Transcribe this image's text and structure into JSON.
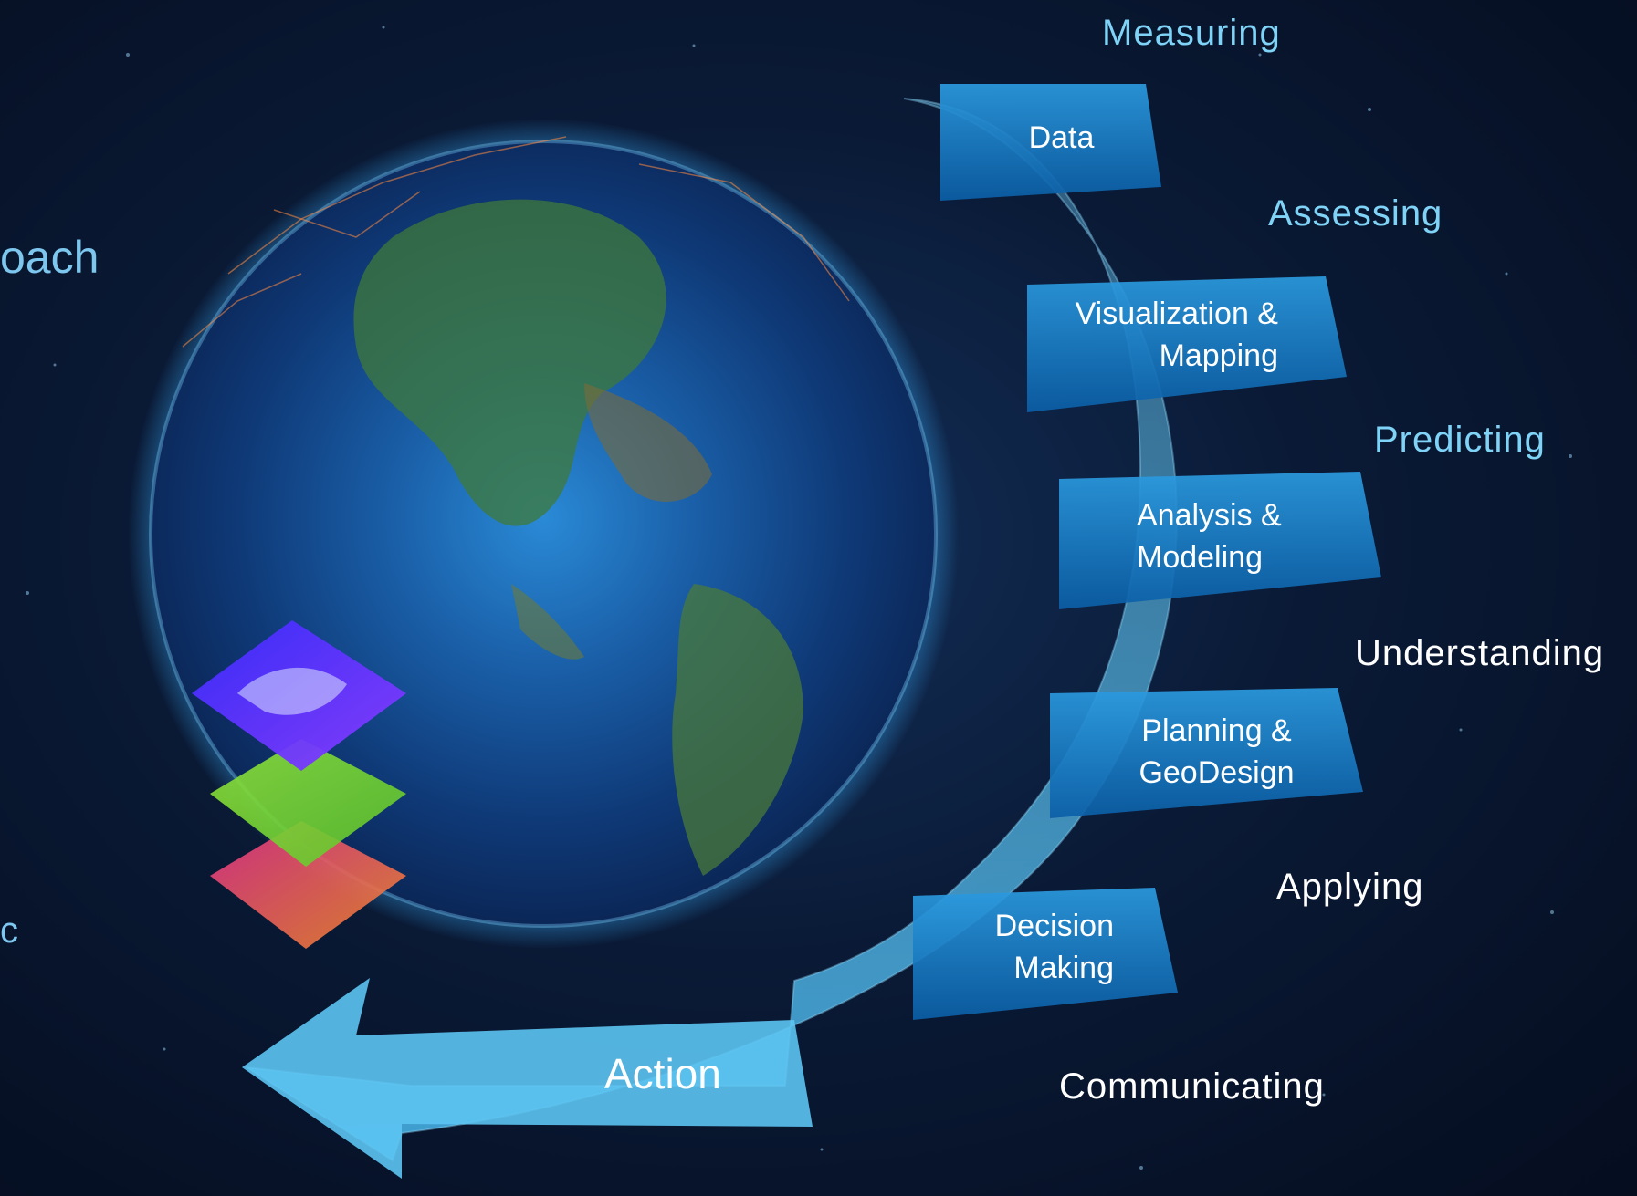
{
  "diagram": {
    "cut_off_text": [
      "oach",
      "c"
    ],
    "steps": [
      {
        "line1": "Data",
        "line2": ""
      },
      {
        "line1": "Visualization &",
        "line2": "Mapping"
      },
      {
        "line1": "Analysis &",
        "line2": "Modeling"
      },
      {
        "line1": "Planning &",
        "line2": "GeoDesign"
      },
      {
        "line1": "Decision",
        "line2": "Making"
      }
    ],
    "action_label": "Action",
    "verbs": [
      {
        "text": "Measuring",
        "color": "#7fd3f7"
      },
      {
        "text": "Assessing",
        "color": "#7fd3f7"
      },
      {
        "text": "Predicting",
        "color": "#7fd3f7"
      },
      {
        "text": "Understanding",
        "color": "#ffffff"
      },
      {
        "text": "Applying",
        "color": "#ffffff"
      },
      {
        "text": "Communicating",
        "color": "#ffffff"
      }
    ]
  },
  "colors": {
    "banner_top": "#2b9be0",
    "banner_bottom": "#0b5ea6",
    "arrow": "#5cc4f2",
    "accent_text": "#7fd3f7"
  }
}
